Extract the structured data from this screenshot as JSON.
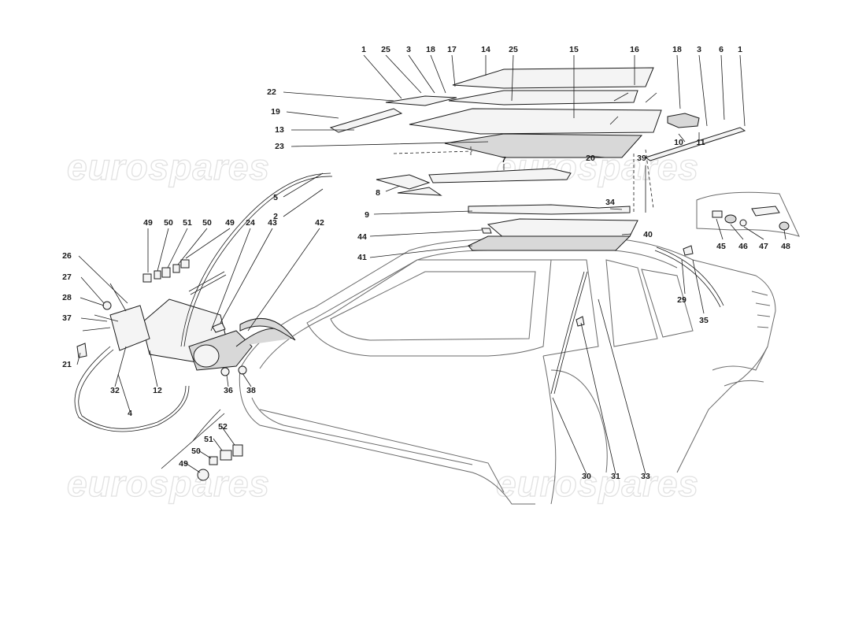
{
  "watermark": {
    "text": "eurospares"
  },
  "labels": [
    {
      "t": "1"
    },
    {
      "t": "25"
    },
    {
      "t": "3"
    },
    {
      "t": "18"
    },
    {
      "t": "17"
    },
    {
      "t": "14"
    },
    {
      "t": "25"
    },
    {
      "t": "15"
    },
    {
      "t": "16"
    },
    {
      "t": "18"
    },
    {
      "t": "3"
    },
    {
      "t": "6"
    },
    {
      "t": "1"
    },
    {
      "t": "22"
    },
    {
      "t": "19"
    },
    {
      "t": "13"
    },
    {
      "t": "23"
    },
    {
      "t": "10"
    },
    {
      "t": "11"
    },
    {
      "t": "20"
    },
    {
      "t": "39"
    },
    {
      "t": "7"
    },
    {
      "t": "8"
    },
    {
      "t": "5"
    },
    {
      "t": "2"
    },
    {
      "t": "9"
    },
    {
      "t": "34"
    },
    {
      "t": "44"
    },
    {
      "t": "40"
    },
    {
      "t": "41"
    },
    {
      "t": "45"
    },
    {
      "t": "46"
    },
    {
      "t": "47"
    },
    {
      "t": "48"
    },
    {
      "t": "49"
    },
    {
      "t": "50"
    },
    {
      "t": "51"
    },
    {
      "t": "50"
    },
    {
      "t": "49"
    },
    {
      "t": "24"
    },
    {
      "t": "43"
    },
    {
      "t": "42"
    },
    {
      "t": "26"
    },
    {
      "t": "27"
    },
    {
      "t": "28"
    },
    {
      "t": "37"
    },
    {
      "t": "21"
    },
    {
      "t": "32"
    },
    {
      "t": "12"
    },
    {
      "t": "36"
    },
    {
      "t": "38"
    },
    {
      "t": "4"
    },
    {
      "t": "52"
    },
    {
      "t": "51"
    },
    {
      "t": "50"
    },
    {
      "t": "49"
    },
    {
      "t": "29"
    },
    {
      "t": "35"
    },
    {
      "t": "30"
    },
    {
      "t": "31"
    },
    {
      "t": "33"
    }
  ]
}
